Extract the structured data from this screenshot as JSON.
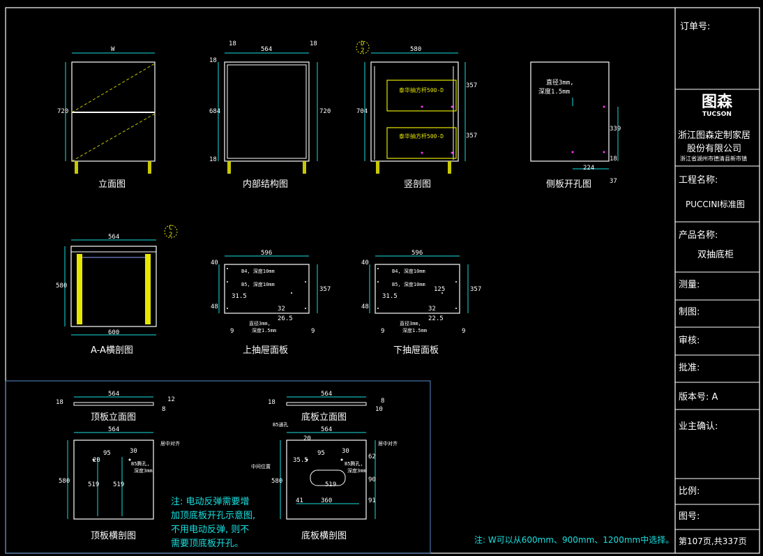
{
  "colors": {
    "background": "#000000",
    "line": "#ffffff",
    "dimension": "#19e0e0",
    "panel": "#e6e600",
    "hidden": "#c8c800",
    "mark": "#ff33ff"
  },
  "views": {
    "elevation": {
      "title": "立面图",
      "width": "W",
      "height": "720"
    },
    "internal": {
      "title": "内部结构图",
      "top_left": "18",
      "width": "564",
      "top_right": "18",
      "d1": "18",
      "d2": "684",
      "d3": "18",
      "height": "720"
    },
    "section_v": {
      "title": "竖剖图",
      "callout_top": "D",
      "callout_bottom": "2",
      "width": "580",
      "height": "704",
      "upper_h": "357",
      "lower_h": "357",
      "drawer_label_1": "泰华抽方杆500-D",
      "drawer_label_2": "泰华抽方杆500-D"
    },
    "side_hole": {
      "title": "侧板开孔图",
      "note_1": "直径3mm,",
      "note_2": "深度1.5mm",
      "dim_v1": "339",
      "dim_v2": "18",
      "dim_h": "224",
      "dim_h2": "37"
    },
    "section_aa": {
      "title": "A-A横剖图",
      "callout_top": "C",
      "callout_bottom": "2",
      "width_top": "564",
      "width_bottom": "600",
      "height": "580"
    },
    "upper_front": {
      "title": "上抽屉面板",
      "width": "596",
      "h1": "40",
      "h2": "357",
      "h3": "48",
      "d_a": "31.5",
      "d_b": "32",
      "d_c": "26.5",
      "d_d": "9",
      "d_e": "9",
      "n1": "B4, 深度10mm",
      "n2": "B5, 深度10mm",
      "n3": "直径3mm,",
      "n4": "深度1.5mm"
    },
    "lower_front": {
      "title": "下抽屉面板",
      "width": "596",
      "h1": "40",
      "h2": "357",
      "h3": "48",
      "d_a": "31.5",
      "d_b": "32",
      "d_c": "22.5",
      "d_d": "9",
      "d_e": "9",
      "v2": "125",
      "n1": "B4, 深度10mm",
      "n2": "B5, 深度10mm",
      "n3": "直径3mm,",
      "n4": "深度1.5mm"
    },
    "top_elev": {
      "title": "顶板立面图",
      "width": "564",
      "t": "18",
      "d1": "8",
      "d2": "12"
    },
    "bottom_elev": {
      "title": "底板立面图",
      "width": "564",
      "t": "18",
      "d1": "10",
      "d2": "8"
    },
    "top_section": {
      "title": "顶板横剖图",
      "width": "564",
      "height": "580",
      "inner": "519",
      "a": "20",
      "b": "95",
      "c": "30",
      "note_1": "B5腾孔,",
      "note_2": "深度3mm",
      "center_note": "居中对齐"
    },
    "bottom_section": {
      "title": "底板横剖图",
      "width": "564",
      "height": "580",
      "inner": "519",
      "a": "20",
      "b": "95",
      "c": "30",
      "d": "35.5",
      "e": "62",
      "f": "90",
      "g": "41",
      "h": "91",
      "span": "360",
      "p1": "B5腾孔,",
      "p2": "深度3mm",
      "side": "中间位置",
      "center_note": "居中对齐",
      "b5_label": "B5通孔"
    }
  },
  "notes": {
    "push_open": "注: 电动反弹需要增\n加顶底板开孔示意图,\n不用电动反弹, 则不\n需要顶底板开孔。",
    "w_note": "注: W可以从600mm、900mm、1200mm中选择。"
  },
  "title_block": {
    "order_no": "订单号:",
    "logo_cn": "图森",
    "logo_en": "TUCSON",
    "company_1": "浙江图森定制家居",
    "company_2": "股份有限公司",
    "address": "浙江省湖州市德清县新市镇",
    "project_label": "工程名称:",
    "project_value": "PUCCINI标准图",
    "product_label": "产品名称:",
    "product_value": "双抽底柜",
    "survey": "测量:",
    "draw": "制图:",
    "check": "审核:",
    "approve": "批准:",
    "version": "版本号: A",
    "owner": "业主确认:",
    "scale": "比例:",
    "drawing_no": "图号:",
    "page": "第107页,共337页"
  }
}
